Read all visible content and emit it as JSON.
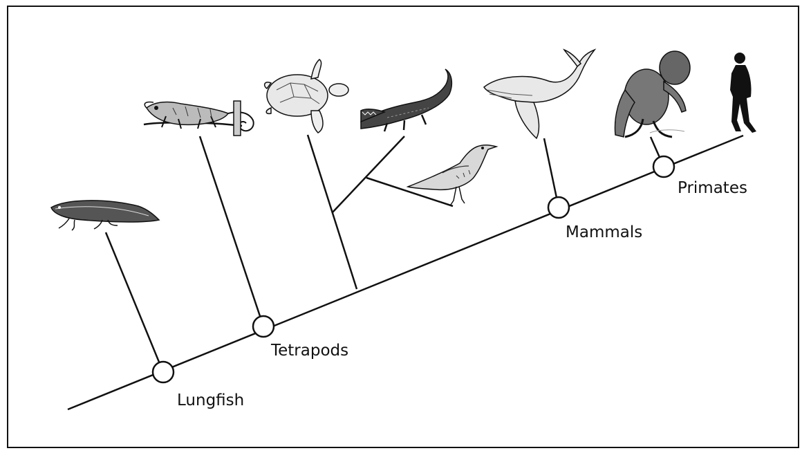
{
  "diagram": {
    "nodes": [
      {
        "id": "lungfish",
        "label": "Lungfish"
      },
      {
        "id": "tetrapods",
        "label": "Tetrapods"
      },
      {
        "id": "mammals",
        "label": "Mammals"
      },
      {
        "id": "primates",
        "label": "Primates"
      }
    ],
    "taxa": [
      {
        "id": "lungfish-fish",
        "icon": "lungfish-illustration"
      },
      {
        "id": "chameleon",
        "icon": "chameleon-illustration"
      },
      {
        "id": "turtle",
        "icon": "sea-turtle-illustration"
      },
      {
        "id": "crocodile",
        "icon": "crocodile-illustration"
      },
      {
        "id": "bird",
        "icon": "bird-illustration"
      },
      {
        "id": "whale",
        "icon": "whale-illustration"
      },
      {
        "id": "ape",
        "icon": "ape-illustration"
      },
      {
        "id": "human",
        "icon": "human-silhouette"
      }
    ],
    "colors": {
      "line": "#111111",
      "node_fill": "#ffffff"
    }
  }
}
